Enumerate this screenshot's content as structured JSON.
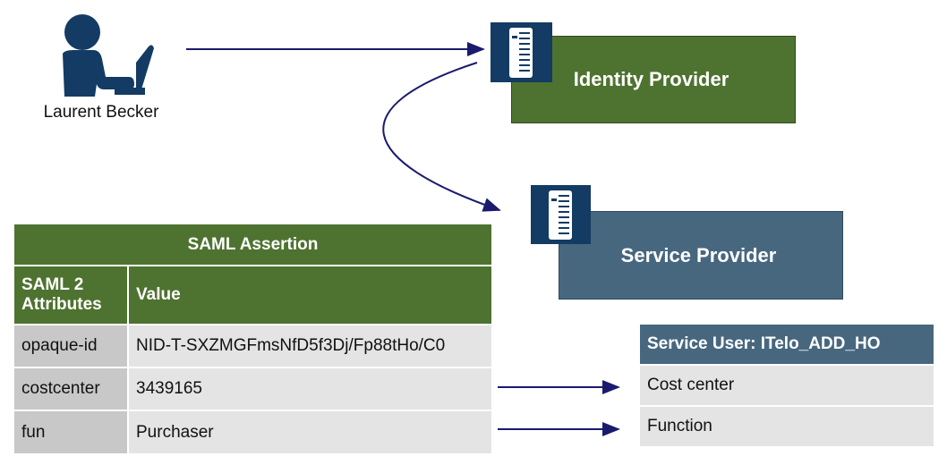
{
  "user": {
    "name": "Laurent Becker"
  },
  "identity_provider": {
    "label": "Identity Provider"
  },
  "service_provider": {
    "label": "Service Provider"
  },
  "saml_assertion": {
    "title": "SAML Assertion",
    "header_attr": "SAML 2 Attributes",
    "header_value": "Value",
    "rows": [
      {
        "attr": "opaque-id",
        "value": "NID-T-SXZMGFmsNfD5f3Dj/Fp88tHo/C0"
      },
      {
        "attr": "costcenter",
        "value": "3439165"
      },
      {
        "attr": "fun",
        "value": "Purchaser"
      }
    ]
  },
  "service_user": {
    "title": "Service User: ITelo_ADD_HO",
    "rows": [
      "Cost center",
      "Function"
    ]
  },
  "colors": {
    "green": "#4e7330",
    "blue_grey": "#47677f",
    "navy": "#133b63",
    "arrow": "#1a1a6e"
  },
  "icons": [
    "user-at-computer-icon",
    "server-icon"
  ]
}
